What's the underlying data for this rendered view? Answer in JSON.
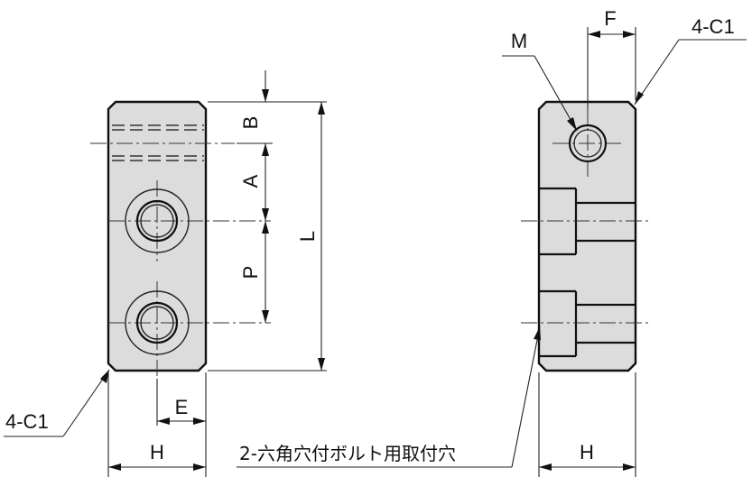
{
  "labels": {
    "B": "B",
    "A": "A",
    "P": "P",
    "L": "L",
    "E": "E",
    "H_left": "H",
    "H_right": "H",
    "F": "F",
    "M": "M",
    "chamfer_top_right": "4-C1",
    "chamfer_bottom_left": "4-C1",
    "hole_note": "2-六角穴付ボルト用取付穴"
  }
}
